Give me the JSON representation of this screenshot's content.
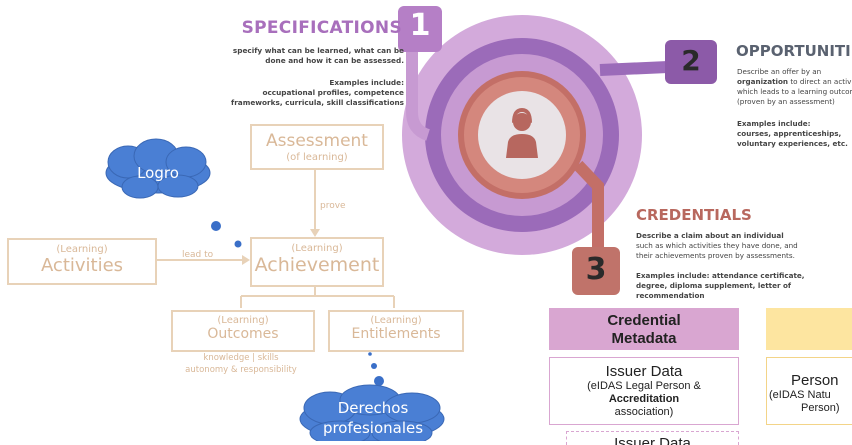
{
  "specifications": {
    "title": "SPECIFICATIONS",
    "desc_line1": "specify what can be learned, what can be",
    "desc_line2": "done  and how it can be assessed.",
    "examples_heading": "Examples include:",
    "examples_line1": "occupational profiles, competence",
    "examples_line2": "frameworks, curricula, skill classifications"
  },
  "opportunities": {
    "number": "2",
    "title": "OPPORTUNITIES",
    "desc_line1": "Describe an offer by an",
    "desc_line2_bold": "organization",
    "desc_line2_rest": " to direct an activity",
    "desc_line3": "which leads to a learning outcome",
    "desc_line4": "(proven by an assessment)",
    "examples_heading": "Examples include:",
    "examples_line1": "courses, apprenticeships,",
    "examples_line2": "voluntary experiences, etc."
  },
  "credentials": {
    "number": "3",
    "title": "CREDENTIALS",
    "desc_line1_bold": "Describe a claim about an individual",
    "desc_line2": "such as which activities they have done, and",
    "desc_line3": "their achievements proven by assessments.",
    "examples_line1": "Examples include: attendance certificate,",
    "examples_line2": "degree, diploma supplement, letter of",
    "examples_line3": "recommendation"
  },
  "center": {
    "number": "1",
    "icon": "person-icon"
  },
  "diagram": {
    "assessment": {
      "small": "(of learning)",
      "big": "Assessment"
    },
    "achievement": {
      "small": "(Learning)",
      "big": "Achievement"
    },
    "activities": {
      "small": "(Learning)",
      "big": "Activities"
    },
    "outcomes": {
      "small": "(Learning)",
      "big": "Outcomes"
    },
    "entitlements": {
      "small": "(Learning)",
      "big": "Entitlements"
    },
    "prove_label": "prove",
    "lead_to_label": "lead to",
    "skills_line1": "knowledge | skills",
    "skills_line2": "autonomy & responsibility",
    "cloud_logro": "Logro",
    "cloud_derechos_line1": "Derechos",
    "cloud_derechos_line2": "profesionales"
  },
  "metadata": {
    "header_line1": "Credential",
    "header_line2": "Metadata",
    "issuer_title": "Issuer Data",
    "issuer_line1": "(eIDAS Legal Person &",
    "issuer_line2_bold": "Accreditation",
    "issuer_line3": "association)",
    "person_title": "Person",
    "person_line1": "(eIDAS Natu",
    "person_line2": "Person)",
    "next_title": "Issuer Data"
  },
  "colors": {
    "purple_light": "#c99ad6",
    "purple_mid": "#a56fbf",
    "purple_dark": "#8c5aa8",
    "copper": "#c0736a",
    "tan": "#e8d2b8",
    "cloud_blue": "#4a7fd4"
  }
}
